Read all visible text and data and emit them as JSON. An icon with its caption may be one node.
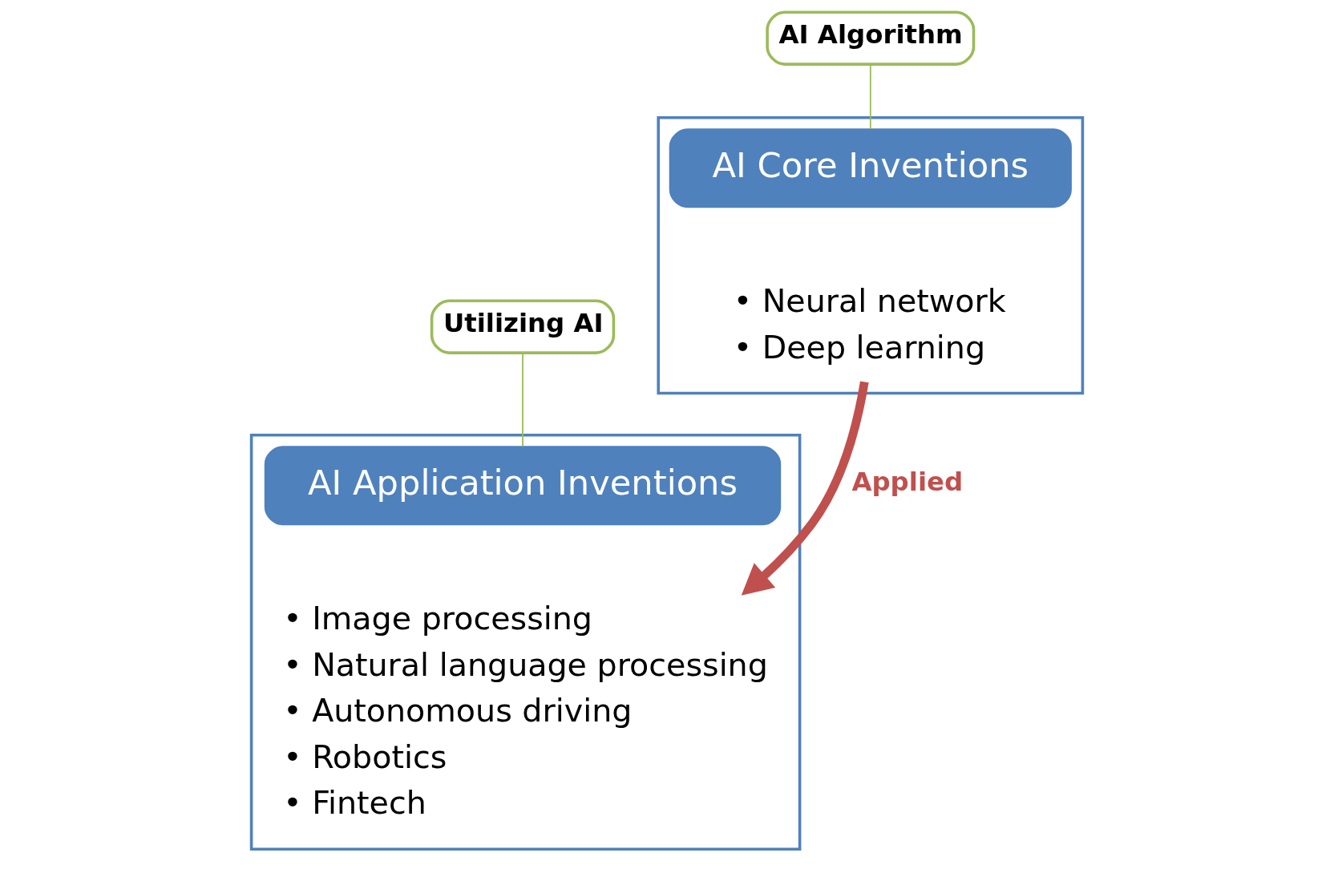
{
  "diagram": {
    "nodes": [
      {
        "text": [],
        "shape": "box"
      },
      {
        "text": [
          "AI Core Inventions"
        ],
        "in": 0
      },
      {
        "text": [
          "• Neural network",
          "• Deep learning"
        ],
        "in": 0
      },
      {
        "text": [],
        "shape": "box"
      },
      {
        "text": [
          "AI Application Inventions"
        ],
        "in": 3
      },
      {
        "text": [
          "• Image processing",
          "• Natural language processing",
          "• Autonomous driving",
          "• Robotics",
          "• Fintech"
        ],
        "in": 3
      },
      {
        "text": [
          "AI Algorithm"
        ]
      },
      {
        "text": [
          "Utilizing AI"
        ]
      }
    ],
    "edges": [
      {
        "from": 6,
        "to": 1,
        "arrow": "none",
        "color": "#9bbb59"
      },
      {
        "from": 7,
        "to": 4,
        "arrow": "none",
        "color": "#9bbb59"
      },
      {
        "from": 2,
        "to": 5,
        "arrow": "to",
        "label": "Applied",
        "style": "thick",
        "color": "#c0504d"
      }
    ]
  }
}
